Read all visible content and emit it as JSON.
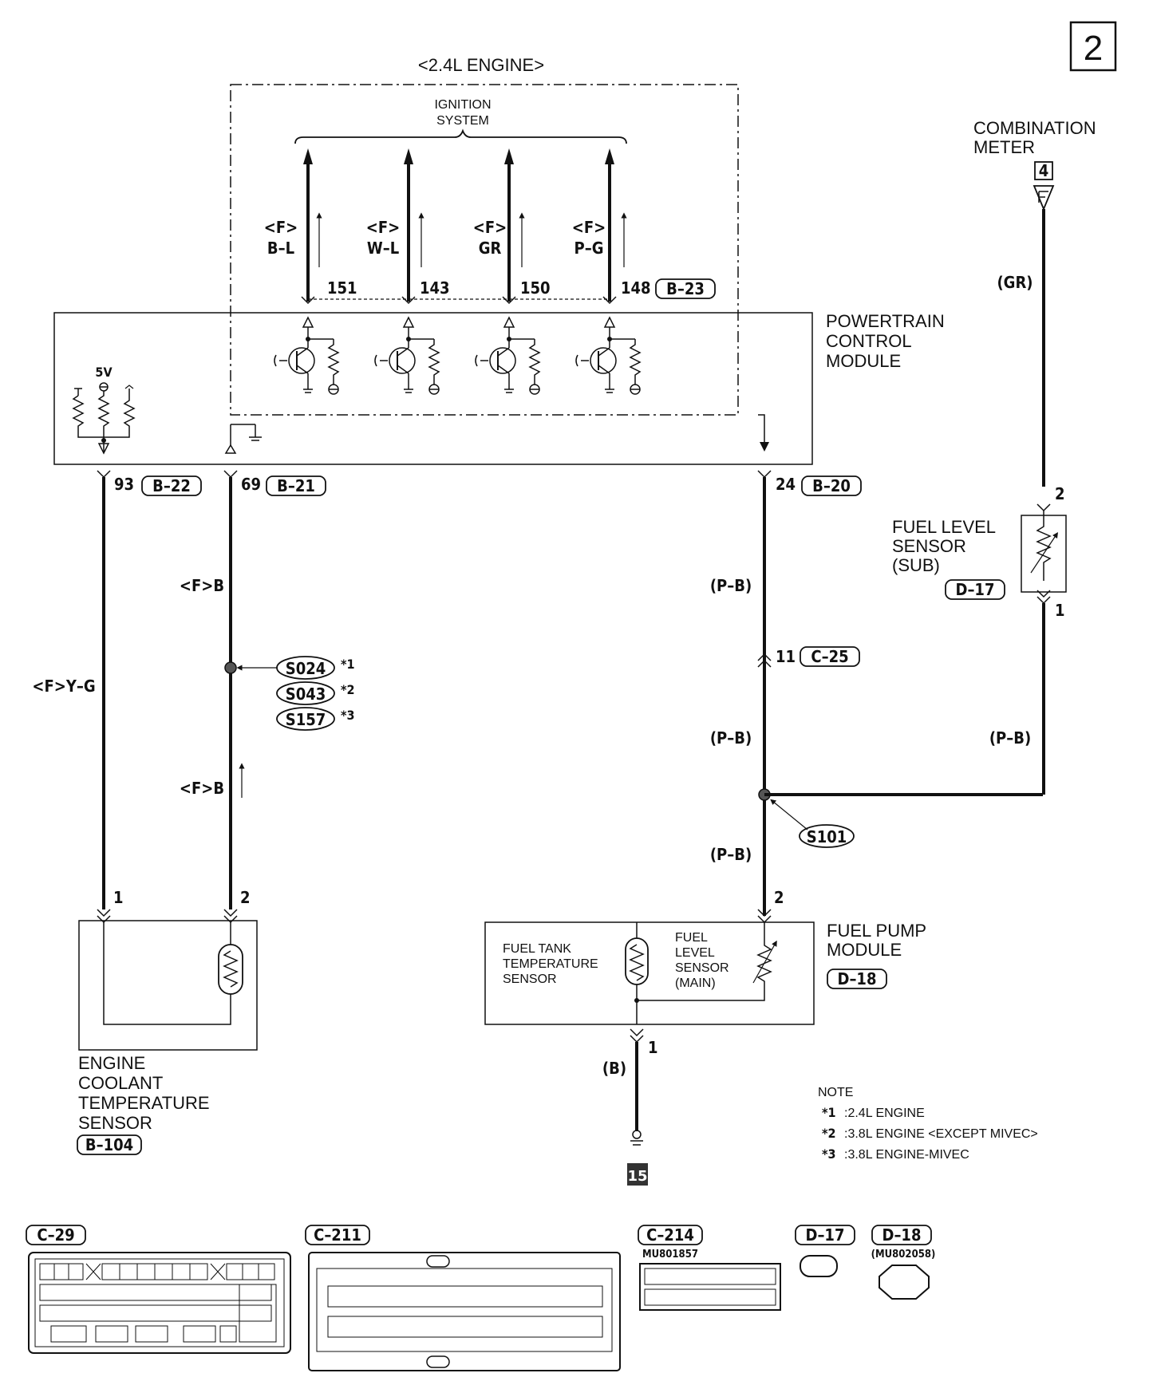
{
  "page_number": "2",
  "engine_box_label": "<2.4L ENGINE>",
  "ignition_system": {
    "line1": "IGNITION",
    "line2": "SYSTEM"
  },
  "ignition_wires": [
    {
      "marker": "<F>",
      "color": "B–L",
      "pin": "151"
    },
    {
      "marker": "<F>",
      "color": "W–L",
      "pin": "143"
    },
    {
      "marker": "<F>",
      "color": "GR",
      "pin": "150"
    },
    {
      "marker": "<F>",
      "color": "P–G",
      "pin": "148"
    }
  ],
  "ignition_connector": "B–23",
  "pcm": {
    "line1": "POWERTRAIN",
    "line2": "CONTROL",
    "line3": "MODULE",
    "voltage": "5V"
  },
  "pcm_pins": [
    {
      "pin": "93",
      "connector": "B–22"
    },
    {
      "pin": "69",
      "connector": "B–21"
    },
    {
      "pin": "24",
      "connector": "B–20"
    }
  ],
  "combination_meter": {
    "line1": "COMBINATION",
    "line2": "METER",
    "pin": "4",
    "wire": "(GR)"
  },
  "fuel_level_sensor_sub": {
    "line1": "FUEL LEVEL",
    "line2": "SENSOR",
    "line3": "(SUB)",
    "connector": "D–17",
    "pin_top": "2",
    "pin_bottom": "1",
    "wire_bottom": "(P–B)"
  },
  "wire_left": "<F>Y–G",
  "wire_mid_top": "<F>B",
  "wire_mid_bottom": "<F>B",
  "splices_left": [
    {
      "id": "S024",
      "note": "*1"
    },
    {
      "id": "S043",
      "note": "*2"
    },
    {
      "id": "S157",
      "note": "*3"
    }
  ],
  "wire_right_1": "(P–B)",
  "junction_c25": {
    "pin": "11",
    "connector": "C–25"
  },
  "wire_right_2": "(P–B)",
  "splice_right": "S101",
  "wire_right_3": "(P–B)",
  "ect_sensor": {
    "line1": "ENGINE",
    "line2": "COOLANT",
    "line3": "TEMPERATURE",
    "line4": "SENSOR",
    "connector": "B–104",
    "pin1": "1",
    "pin2": "2"
  },
  "fuel_pump_module": {
    "line1": "FUEL PUMP",
    "line2": "MODULE",
    "connector": "D–18",
    "pin_top": "2",
    "pin_bottom": "1",
    "ground_wire": "(B)",
    "ground_ref": "15"
  },
  "fuel_tank_temp": {
    "line1": "FUEL TANK",
    "line2": "TEMPERATURE",
    "line3": "SENSOR"
  },
  "fuel_level_main": {
    "line1": "FUEL",
    "line2": "LEVEL",
    "line3": "SENSOR",
    "line4": "(MAIN)"
  },
  "note": {
    "title": "NOTE",
    "items": [
      {
        "mark": "*1",
        "text": ":2.4L ENGINE"
      },
      {
        "mark": "*2",
        "text": ":3.8L ENGINE <EXCEPT MIVEC>"
      },
      {
        "mark": "*3",
        "text": ":3.8L ENGINE-MIVEC"
      }
    ]
  },
  "connectors": [
    {
      "id": "C–29",
      "part": ""
    },
    {
      "id": "C–211",
      "part": ""
    },
    {
      "id": "C–214",
      "part": "MU801857"
    },
    {
      "id": "D–17",
      "part": ""
    },
    {
      "id": "D–18",
      "part": "(MU802058)"
    }
  ]
}
